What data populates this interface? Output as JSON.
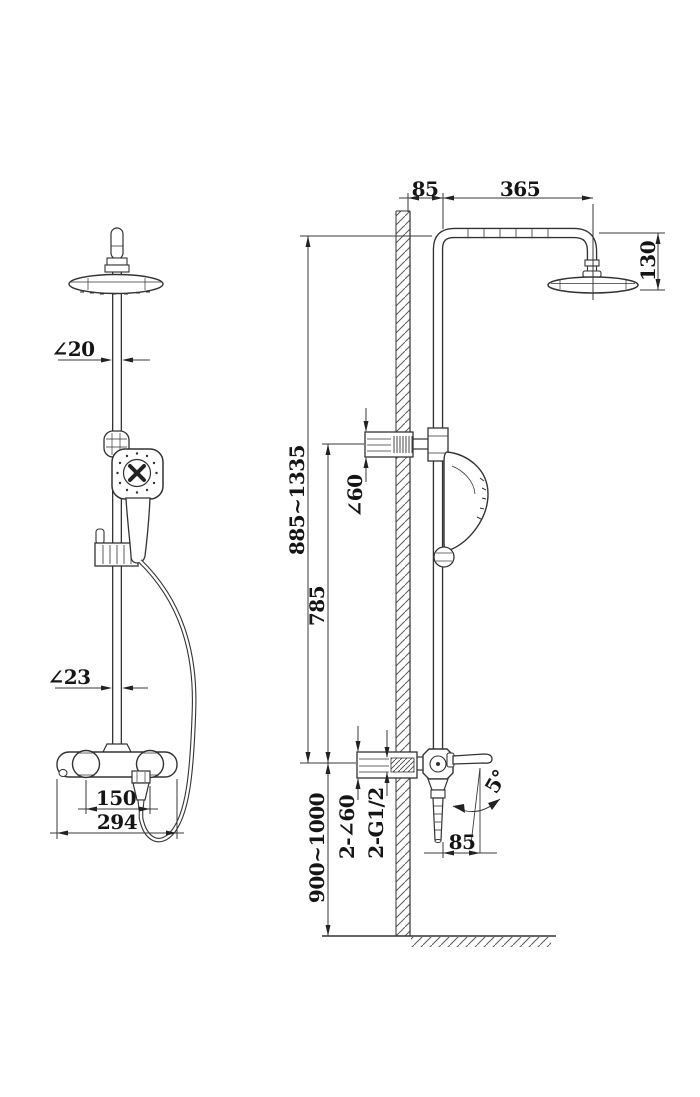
{
  "document": {
    "kind": "technical installation drawing",
    "subject": "thermostatic shower column with overhead rain shower and hand shower",
    "colors": {
      "background": "#ffffff",
      "line": "#333333",
      "text": "#151515"
    }
  },
  "left_view": {
    "labels": {
      "pipe_diameter_top": "∠20",
      "pipe_diameter_bottom": "∠23",
      "inlet_center_distance": "150",
      "valve_total_width": "294"
    }
  },
  "right_view": {
    "labels": {
      "wall_offset": "85",
      "arm_reach": "365",
      "head_drop": "130",
      "height_range": "885~1335",
      "riser_height": "785",
      "bracket_escutcheon": "∠60",
      "inlet_escutcheons": "2-∠60",
      "inlet_threads": "2-G1/2",
      "install_height": "900~1000",
      "lever_reach": "85",
      "lever_swing": "5°"
    }
  }
}
